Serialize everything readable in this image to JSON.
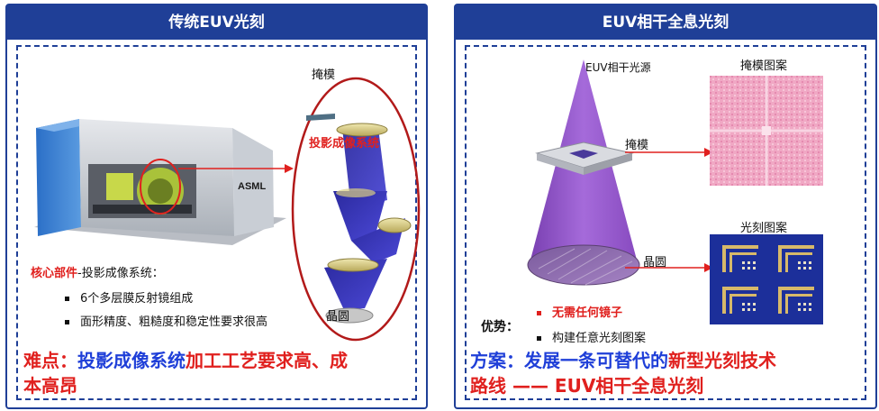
{
  "left_panel": {
    "title": "传统EUV光刻",
    "machine_logo": "ASML",
    "mask_label": "掩模",
    "optics_label": "投影成像系统",
    "wafer_label": "晶圆",
    "core_prefix": "核心部件",
    "core_suffix": "-投影成像系统：",
    "bullets": [
      "6个多层膜反射镜组成",
      "面形精度、粗糙度和稳定性要求很高"
    ],
    "difficulty_prefix": "难点：",
    "difficulty_system": "投影成像系统",
    "difficulty_rest_1": "加工工艺要求高、成",
    "difficulty_rest_2": "本高昂"
  },
  "right_panel": {
    "title": "EUV相干全息光刻",
    "source_label": "EUV相干光源",
    "mask_label": "掩模",
    "wafer_label": "晶圆",
    "mask_pattern_label": "掩模图案",
    "litho_pattern_label": "光刻图案",
    "advantage_label": "优势：",
    "advantages": [
      "无需任何镜子",
      "构建任意光刻图案"
    ],
    "plan_prefix": "方案：",
    "plan_mid": "发展一条可替代的",
    "plan_new": "新型光刻技术",
    "plan_line2": "路线 —— EUV相干全息光刻"
  },
  "colors": {
    "header_blue": "#1f3f97",
    "red": "#e0201e",
    "blue": "#1f3fd8"
  }
}
